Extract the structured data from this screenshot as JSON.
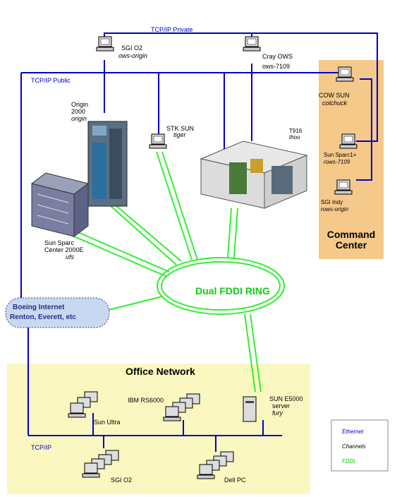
{
  "networks": {
    "tcpip_private": "TCP/IP Private",
    "tcpip_public": "TCP/IP Public",
    "tcpip": "TCP/IP",
    "fddi_ring": "Dual FDDI RING"
  },
  "nodes": {
    "sgi_o2_top": {
      "name": "SGI O2",
      "host": "ows-origin"
    },
    "cray_ows": {
      "name": "Cray OWS",
      "host": "ows-7109"
    },
    "cow_sun": {
      "name": "COW SUN",
      "host": "colchuck"
    },
    "origin": {
      "name": "Origin",
      "model": "2000",
      "host": "origin"
    },
    "stk_sun": {
      "name": "STK SUN",
      "host": "tiger"
    },
    "t916": {
      "name": "T916",
      "host": "thoo"
    },
    "sun_sparc1": {
      "name": "Sun Sparc1+",
      "host": "rows-7109"
    },
    "sgi_indy": {
      "name": "SGI Indy",
      "host": "rows-origin"
    },
    "sparc_center": {
      "line1": "Sun Sparc",
      "line2": "Center 2000E",
      "host": "ufs"
    },
    "sun_ultra": {
      "name": "Sun Ultra"
    },
    "ibm": {
      "name": "IBM RS6000"
    },
    "sun_e5000": {
      "name": "SUN E5000",
      "role": "server",
      "host": "fury"
    },
    "sgi_o2_bottom": {
      "name": "SGI O2"
    },
    "dell": {
      "name": "Dell PC"
    }
  },
  "command_center": {
    "line1": "Command",
    "line2": "Center"
  },
  "boeing": {
    "line1": "Boeing Internet",
    "line2": "Renton, Everett, etc"
  },
  "office_network": {
    "title": "Office Network"
  },
  "legend": {
    "ethernet": "Ethernet",
    "channels": "Channels",
    "fddi": "FDDI"
  },
  "colors": {
    "ethernet": "#0000cc",
    "fddi": "#33ee33",
    "command_center": "#f5c98a",
    "office": "#fbf7c0",
    "boeing": "#c8d8f0"
  }
}
